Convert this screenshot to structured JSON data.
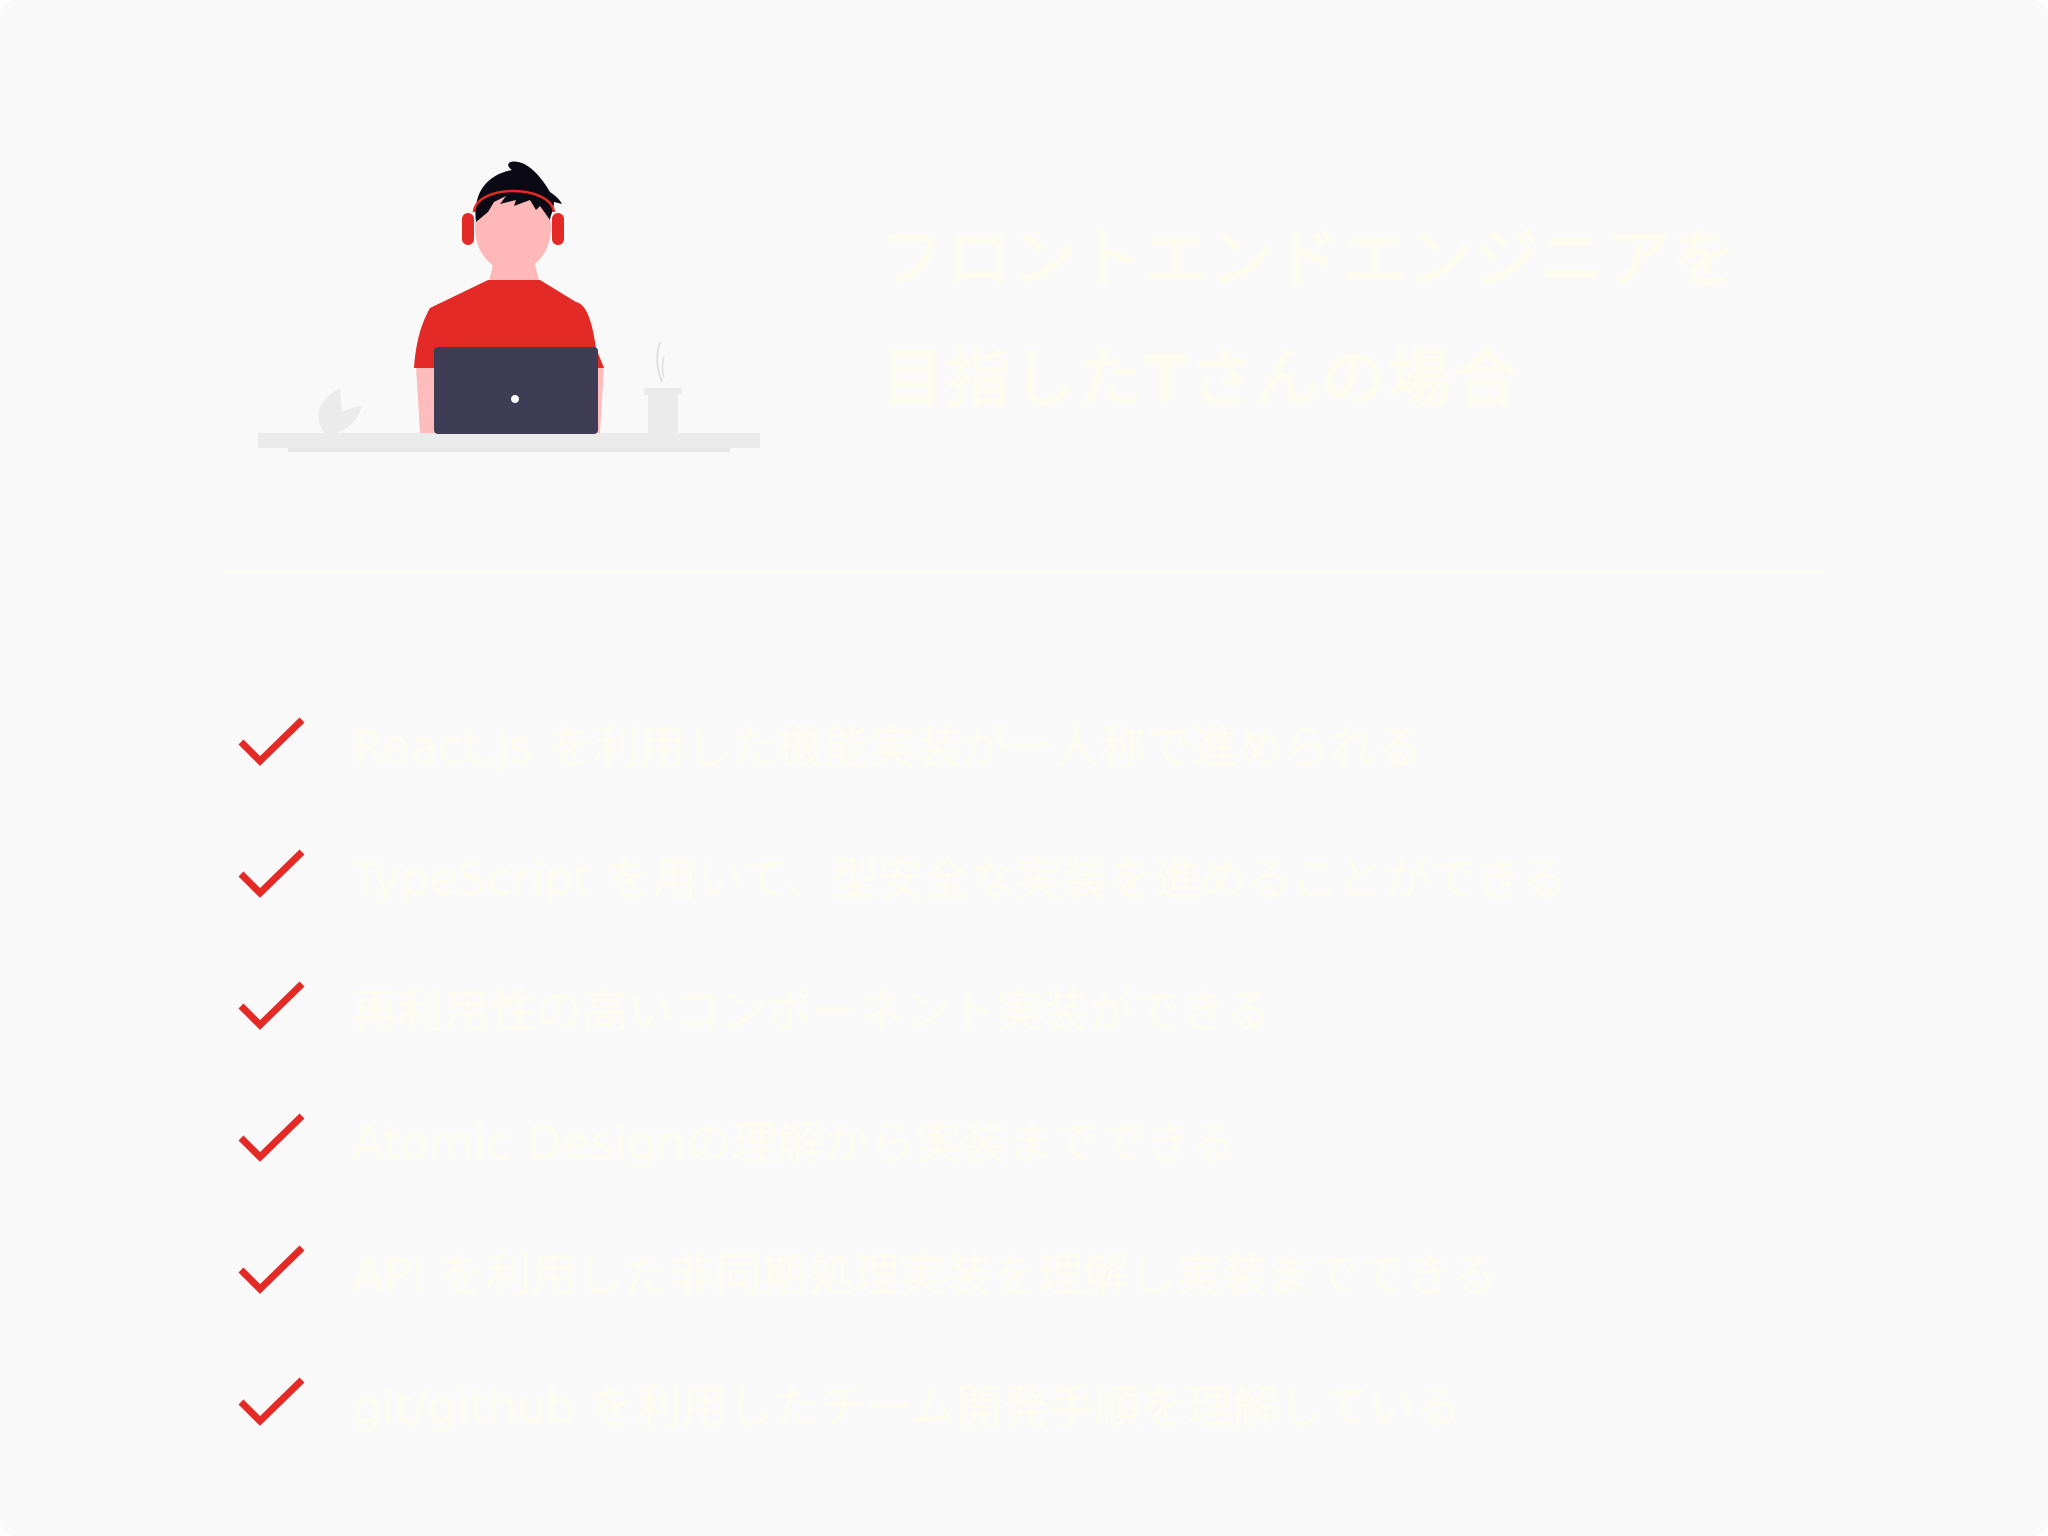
{
  "title": {
    "line1": "フロントエンドエンジニアを",
    "line2": "目指したTさんの場合"
  },
  "illustration": {
    "description": "person-with-headphones-at-laptop",
    "colors": {
      "shirt": "#e32a26",
      "skin": "#ffb8b8",
      "hair": "#0b0a14",
      "laptop": "#3f3d56",
      "desk": "#ebebeb",
      "headphones": "#e32a26"
    }
  },
  "checklist": {
    "icon": "checkmark-icon",
    "icon_color": "#e32a26",
    "items": [
      {
        "label": "React.js を利用した機能実装が一人称で進められる"
      },
      {
        "label": "TypeScript を用いて、型安全な実装を進めることができる"
      },
      {
        "label": "再利用性の高いコンポーネント実装ができる"
      },
      {
        "label": "Atomic Designの理解から実装までできる"
      },
      {
        "label": "API を利用した非同期処理実装を理解し実装までできる"
      },
      {
        "label": "git/github を利用したチーム開発手順を理解している"
      }
    ]
  },
  "colors": {
    "background": "#f9f9f9",
    "text": "#fdfdef",
    "accent": "#e32a26"
  }
}
